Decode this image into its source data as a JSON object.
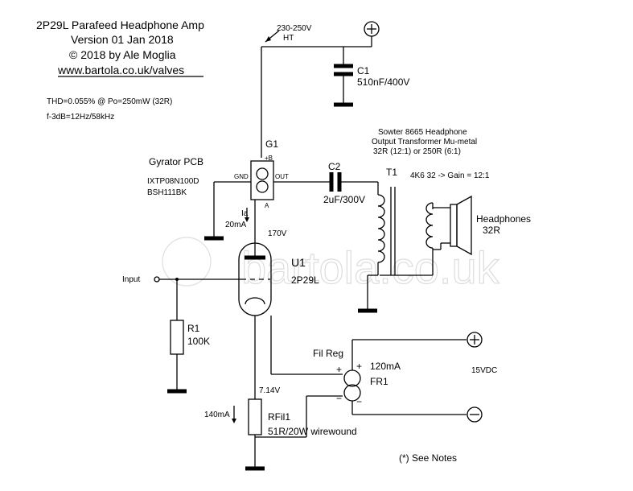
{
  "header": {
    "title": "2P29L Parafeed Headphone Amp",
    "version": "Version 01 Jan 2018",
    "copyright": "© 2018 by Ale Moglia",
    "url": "www.bartola.co.uk/valves"
  },
  "specs": {
    "thd": "THD=0.055% @ Po=250mW (32R)",
    "bandwidth": "f-3dB=12Hz/58kHz"
  },
  "supply": {
    "ht_voltage": "230-250V",
    "ht_label": "HT",
    "plus": "+",
    "minus": "−"
  },
  "c1": {
    "ref": "C1",
    "value": "510nF/400V"
  },
  "c2": {
    "ref": "C2",
    "value": "2uF/300V"
  },
  "gyrator": {
    "ref": "G1",
    "title": "Gyrator PCB",
    "part1": "IXTP08N100D",
    "part2": "BSH111BK",
    "pin_b": "+B",
    "pin_gnd": "GND",
    "pin_out": "OUT",
    "pin_a": "A",
    "current_label": "Ia",
    "current_value": "20mA"
  },
  "transformer": {
    "ref": "T1",
    "desc1": "Sowter 8665 Headphone",
    "desc2": "Output Transformer Mu-metal",
    "desc3": "32R (12:1) or 250R (6:1)",
    "gain": "4K6 32 -> Gain =  12:1"
  },
  "headphones": {
    "label": "Headphones",
    "impedance": "32R"
  },
  "tube": {
    "ref": "U1",
    "type": "2P29L",
    "anode_voltage": "170V",
    "cathode_voltage": "7.14V"
  },
  "input": {
    "label": "Input"
  },
  "r1": {
    "ref": "R1",
    "value": "100K"
  },
  "fil_reg": {
    "title": "Fil Reg",
    "current": "120mA",
    "ref": "FR1",
    "plus": "+",
    "minus": "−",
    "supply": "15VDC"
  },
  "rfil": {
    "ref": "RFil1",
    "value": "51R/20W wirewound",
    "current": "140mA"
  },
  "notes": "(*) See Notes",
  "watermark": "bartola.co.uk"
}
